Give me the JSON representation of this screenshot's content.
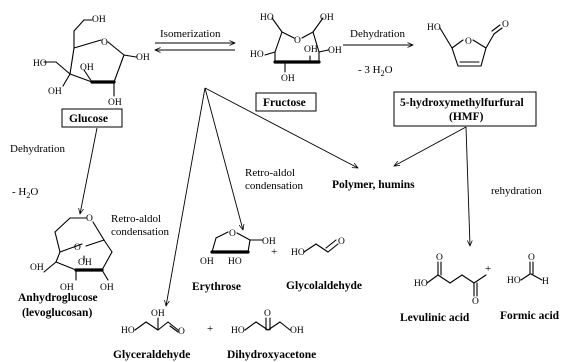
{
  "compounds": {
    "glucose": "Glucose",
    "fructose": "Fructose",
    "hmf_line1": "5-hydroxymethylfurfural",
    "hmf_line2": "(HMF)",
    "anhydroglucose_line1": "Anhydroglucose",
    "anhydroglucose_line2": "(levoglucosan)",
    "erythrose": "Erythrose",
    "glycolaldehyde": "Glycolaldehyde",
    "glyceraldehyde": "Glyceraldehyde",
    "dihydroxyacetone": "Dihydroxyacetone",
    "levulinic_acid": "Levulinic acid",
    "formic_acid": "Formic acid",
    "polymer": "Polymer, humins"
  },
  "reactions": {
    "isomerization": "Isomerization",
    "dehydration_top": "Dehydration",
    "minus_water_top": "- 3 H",
    "minus_water_top_sub": "2",
    "minus_water_top_tail": "O",
    "dehydration_left": "Dehydration",
    "minus_water_left": "- H",
    "minus_water_left_sub": "2",
    "minus_water_left_tail": "O",
    "retro_aldol_1_line1": "Retro-aldol",
    "retro_aldol_1_line2": "condensation",
    "retro_aldol_2_line1": "Retro-aldol",
    "retro_aldol_2_line2": "condensation",
    "rehydration": "rehydration"
  },
  "plus_signs": {
    "p1": "+",
    "p2": "+",
    "p3": "+"
  },
  "atoms": {
    "OH": "OH",
    "HO": "HO",
    "O": "O",
    "H": "H"
  }
}
